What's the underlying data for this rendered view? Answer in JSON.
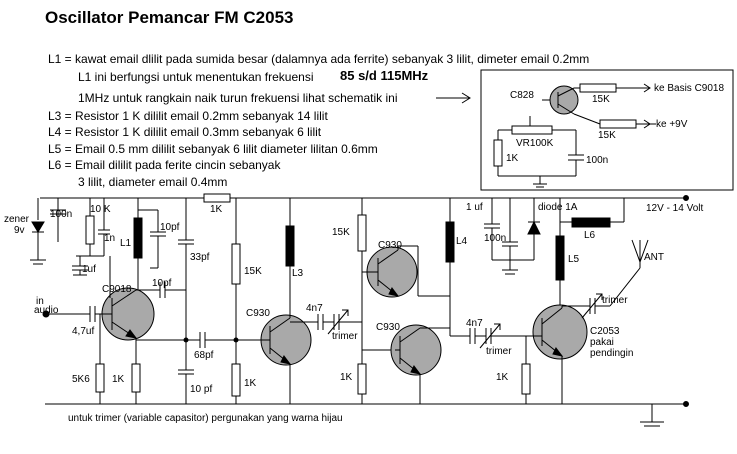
{
  "title": "Oscillator Pemancar FM C2053",
  "notes": {
    "l1": "L1 = kawat email dlilit pada sumida besar (dalamnya ada ferrite) sebanyak 3 lilit, dimeter email 0.2mm",
    "l1_func": "L1 ini berfungsi untuk menentukan frekuensi",
    "l1_freq": "85 s/d 115MHz",
    "mhz": "1MHz untuk rangkain naik turun frekuensi lihat schematik ini",
    "l3": "L3 = Resistor 1 K dililit email 0.2mm sebanyak 14 lilit",
    "l4": "L4 = Resistor 1 K dililit email 0.3mm sebanyak 6 lilit",
    "l5": "L5 = Email 0.5 mm dililit sebanyak 6 lilit diameter lilitan 0.6mm",
    "l6a": "L6 = Email dililit pada ferite cincin sebanyak",
    "l6b": "3 lilit, diameter email 0.4mm",
    "footer": "untuk trimer (variable capasitor) pergunakan yang warna hijau"
  },
  "inset": {
    "c828": "C828",
    "r1": "15K",
    "r2": "15K",
    "vr": "VR100K",
    "r3": "1K",
    "cap": "100n",
    "to_base": "ke Basis C9018",
    "to_9v": "ke +9V"
  },
  "labels": {
    "zener": "zener",
    "zener_v": "9v",
    "c100n_left": "100n",
    "r10k": "10 K",
    "c1n": "1n",
    "l1": "L1",
    "c10pf_top": "10pf",
    "r1k_top": "1K",
    "c33pf": "33pf",
    "c1uf_left": "1uf",
    "c10pf_mid": "10pf",
    "c9018": "C9018",
    "in_audio_1": "in",
    "in_audio_2": "audio",
    "c47uf": "4,7uf",
    "r5k6": "5K6",
    "r1k_a": "1K",
    "c68pf": "68pf",
    "c10pf_bot": "10 pf",
    "r15k_mid": "15K",
    "r1k_b": "1K",
    "l3": "L3",
    "c930_a": "C930",
    "c4n7_a": "4n7",
    "trimer_a": "trimer",
    "r15k_b": "15K",
    "c930_b": "C930",
    "c930_c": "C930",
    "r1k_c": "1K",
    "l4": "L4",
    "c1uf_right": "1 uf",
    "c100n_right": "100n",
    "diode": "diode 1A",
    "supply": "12V - 14 Volt",
    "l6": "L6",
    "l5": "L5",
    "ant": "ANT",
    "trimer_b": "trimer",
    "c4n7_b": "4n7",
    "trimer_c": "trimer",
    "c2053": "C2053",
    "pakai": "pakai",
    "pendingin": "pendingin",
    "r1k_d": "1K"
  },
  "colors": {
    "transistor_fill": "#a9a9a9",
    "coil_fill": "#000000",
    "wire": "#000000"
  }
}
